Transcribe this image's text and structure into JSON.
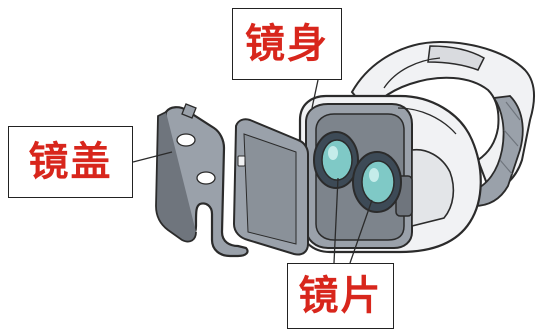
{
  "labels": {
    "body": "镜身",
    "cover": "镜盖",
    "lens": "镜片"
  },
  "colors": {
    "label_text": "#d8261c",
    "shell_gray": "#9aa1aa",
    "shell_dark": "#6f757d",
    "headset_white": "#f1f2f4",
    "lens_teal": "#7fc9c6",
    "lens_dark": "#3d4a56",
    "outline": "#2b2b2b"
  }
}
